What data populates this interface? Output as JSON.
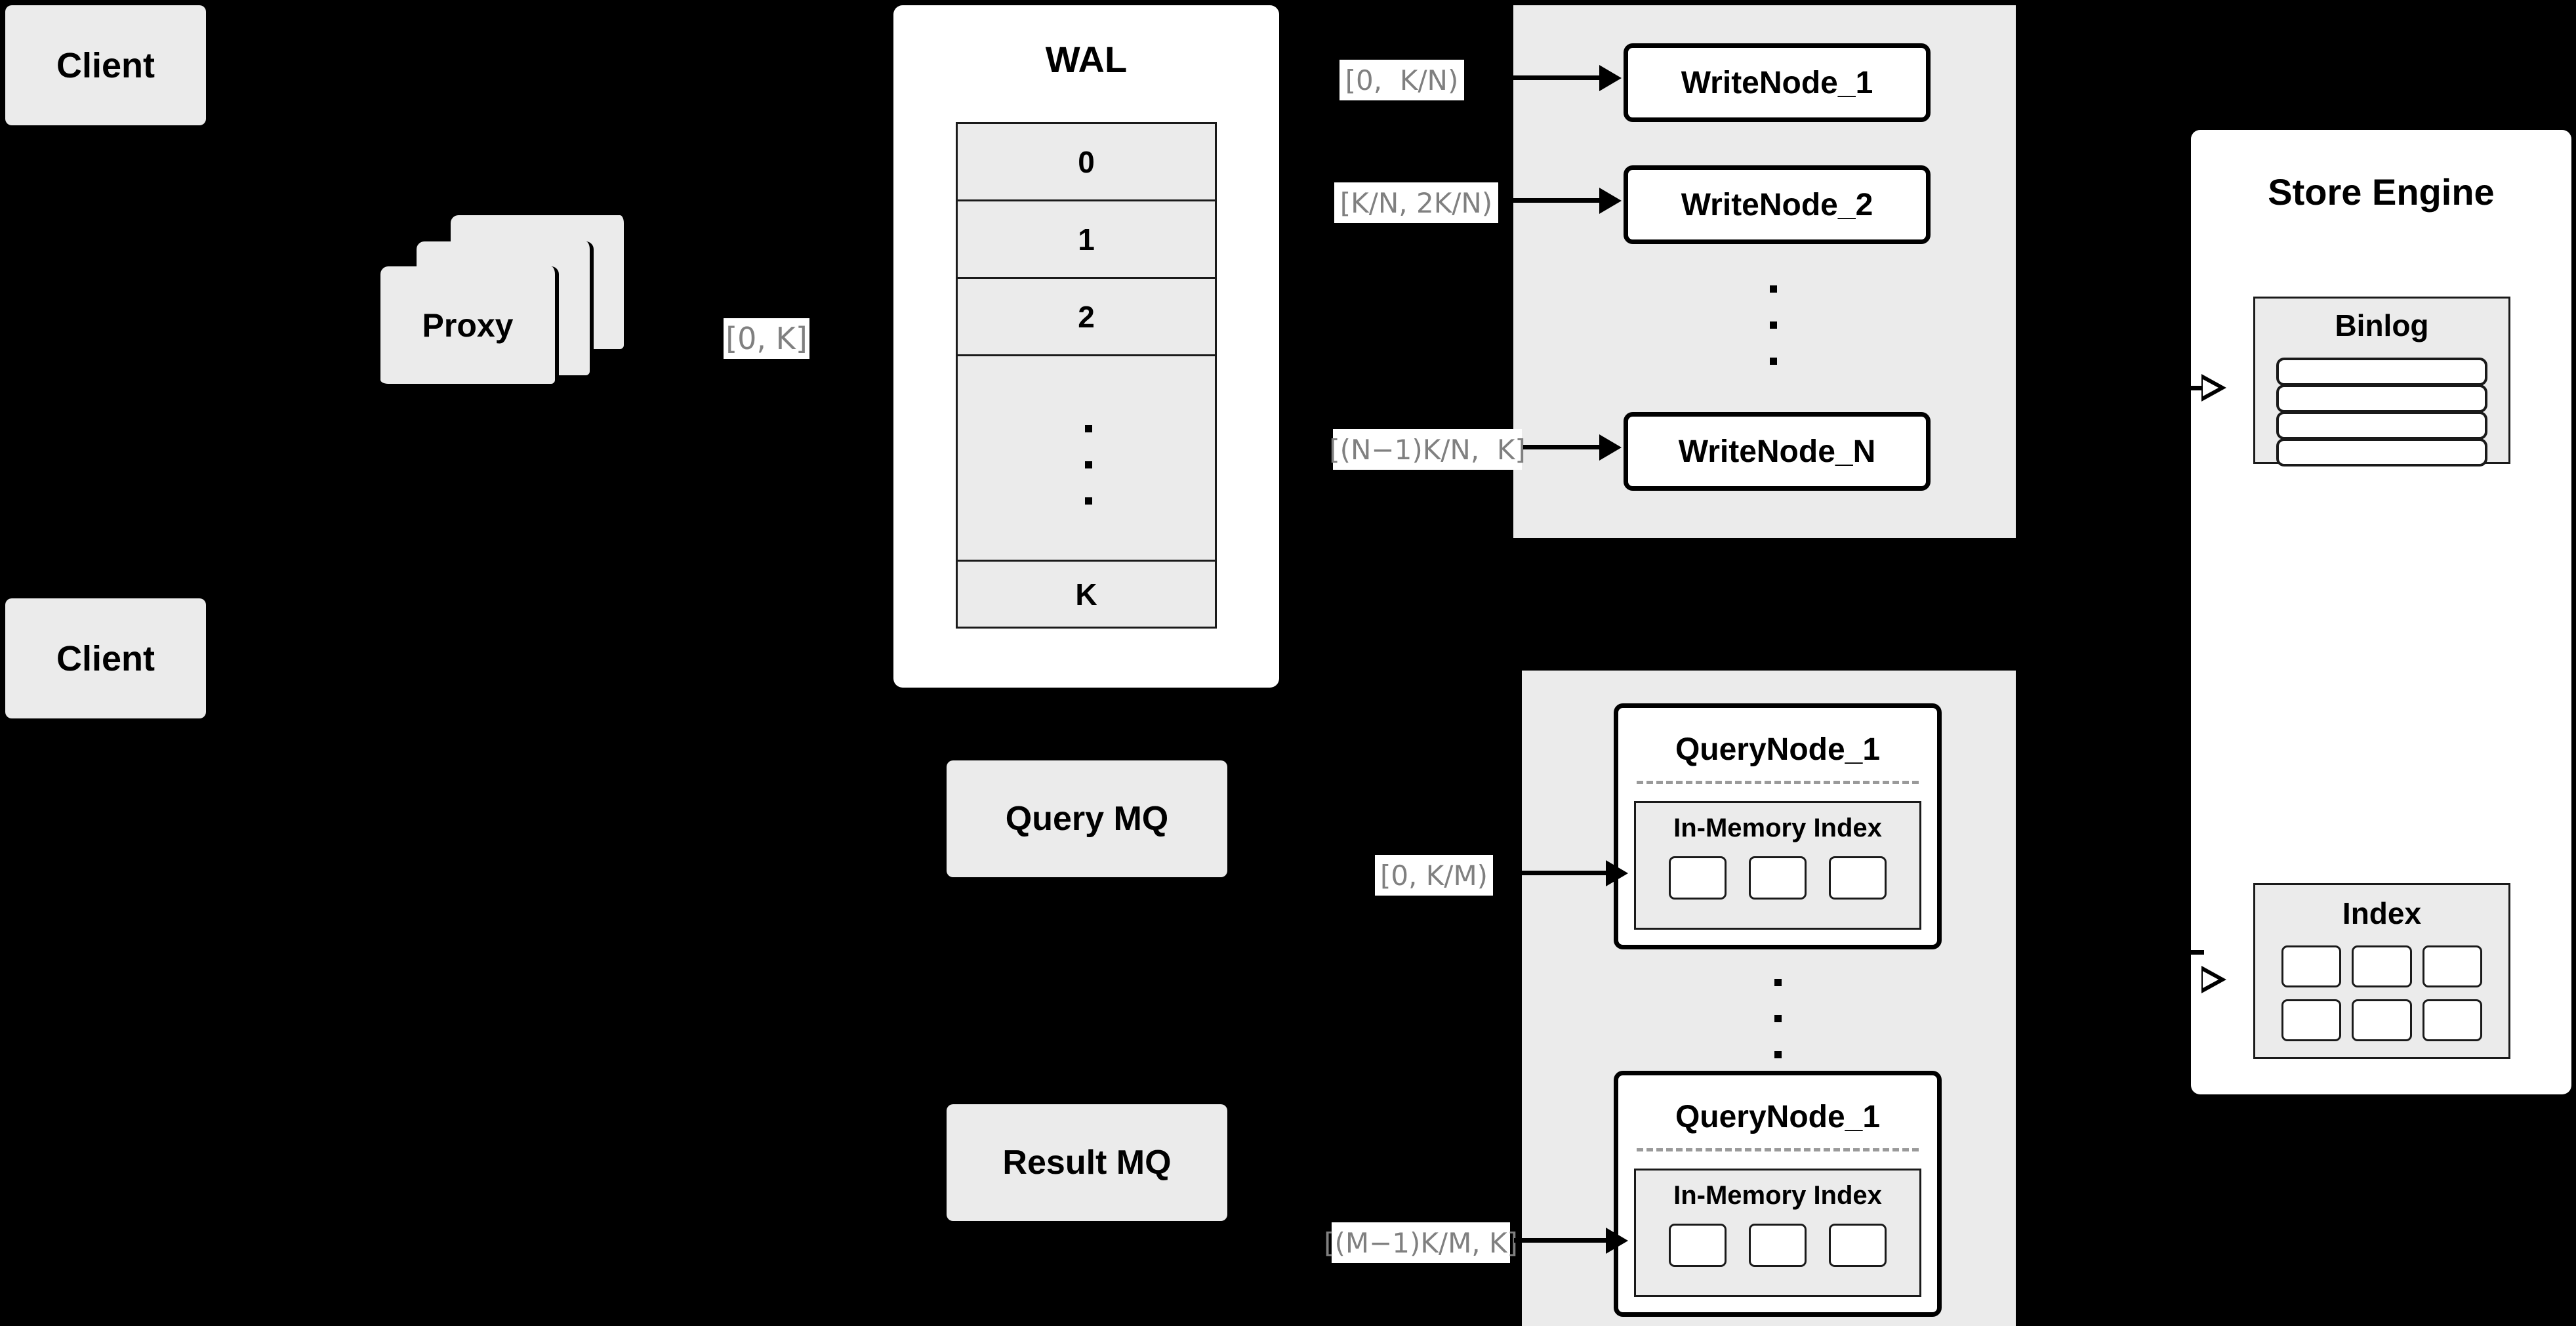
{
  "diagram": {
    "title": "Distributed write/query architecture",
    "colors": {
      "background": "#000000",
      "panel_light": "#ebebeb",
      "panel_white": "#ffffff",
      "stroke": "#000000",
      "label_text": "#808080",
      "divider": "#9a9a9a"
    }
  },
  "clients": [
    {
      "label": "Client"
    },
    {
      "label": "Client"
    }
  ],
  "proxy": {
    "label": "Proxy",
    "stack_layers": 3
  },
  "wal": {
    "title": "WAL",
    "rows": [
      {
        "label": "0",
        "type": "entry"
      },
      {
        "label": "1",
        "type": "entry"
      },
      {
        "label": "2",
        "type": "entry"
      },
      {
        "label": "",
        "type": "ellipsis"
      },
      {
        "label": "K",
        "type": "entry"
      }
    ]
  },
  "queues": [
    {
      "label": "Query MQ"
    },
    {
      "label": "Result MQ"
    }
  ],
  "range_labels": {
    "proxy_to_wal": "[0, K]",
    "write_node_1": "[0,  K/N)",
    "write_node_2": "[K/N, 2K/N)",
    "write_node_n": "[(N−1)K/N,  K]",
    "query_node_1": "[0, K/M)",
    "query_node_m": "[(M−1)K/M, K]"
  },
  "write_cluster": {
    "nodes": [
      {
        "label": "WriteNode_1",
        "range": "[0,  K/N)"
      },
      {
        "label": "WriteNode_2",
        "range": "[K/N, 2K/N)"
      },
      {
        "label": "WriteNode_N",
        "range": "[(N−1)K/N,  K]"
      }
    ],
    "ellipsis_dots": 3
  },
  "query_cluster": {
    "nodes": [
      {
        "label": "QueryNode_1",
        "range": "[0, K/M)",
        "index": {
          "title": "In-Memory Index",
          "slots": 3
        }
      },
      {
        "label": "QueryNode_1",
        "range": "[(M−1)K/M, K]",
        "index": {
          "title": "In-Memory Index",
          "slots": 3
        }
      }
    ],
    "ellipsis_dots": 3
  },
  "store_engine": {
    "title": "Store Engine",
    "binlog": {
      "title": "Binlog",
      "bars": 4
    },
    "index": {
      "title": "Index",
      "slots": 6,
      "columns": 3,
      "rows": 2
    }
  },
  "arrows": [
    {
      "name": "wal-to-writenode-1",
      "style": "solid"
    },
    {
      "name": "wal-to-writenode-2",
      "style": "solid"
    },
    {
      "name": "wal-to-writenode-n",
      "style": "solid"
    },
    {
      "name": "querymq-to-querynode-1",
      "style": "solid"
    },
    {
      "name": "querymq-to-querynode-m",
      "style": "solid"
    },
    {
      "name": "writenodes-to-binlog",
      "style": "hollow"
    },
    {
      "name": "querynodes-to-index",
      "style": "hollow"
    }
  ]
}
